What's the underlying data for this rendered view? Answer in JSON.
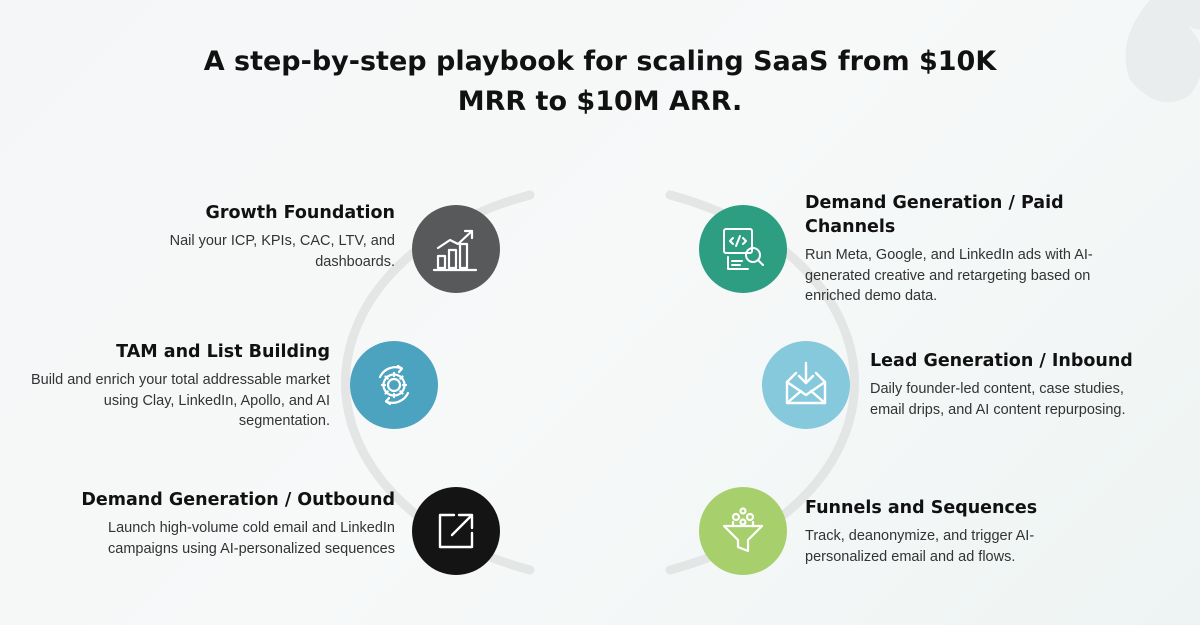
{
  "title": "A step-by-step playbook for scaling SaaS from $10K MRR to $10M ARR.",
  "steps": [
    {
      "heading": "Growth Foundation",
      "description": "Nail your ICP, KPIs, CAC, LTV, and dashboards.",
      "icon": "growth-chart-icon",
      "color": "#58595b"
    },
    {
      "heading": "TAM and List Building",
      "description": "Build and enrich your total addressable market using Clay, LinkedIn, Apollo, and AI segmentation.",
      "icon": "gear-cycle-icon",
      "color": "#4ba3bf"
    },
    {
      "heading": "Demand Generation / Outbound",
      "description": "Launch high-volume cold email and LinkedIn campaigns using AI-personalized sequences",
      "icon": "external-link-icon",
      "color": "#141414"
    },
    {
      "heading": "Demand Generation / Paid Channels",
      "description": "Run Meta, Google, and LinkedIn ads with AI-generated creative and retargeting based on enriched demo data.",
      "icon": "code-document-search-icon",
      "color": "#2e9e83"
    },
    {
      "heading": "Lead Generation / Inbound",
      "description": "Daily founder-led content, case studies, email drips, and AI content repurposing.",
      "icon": "inbox-download-icon",
      "color": "#86c9dc"
    },
    {
      "heading": "Funnels and Sequences",
      "description": "Track, deanonymize, and trigger AI-personalized email and ad flows.",
      "icon": "funnel-icon",
      "color": "#a7d06d"
    }
  ]
}
